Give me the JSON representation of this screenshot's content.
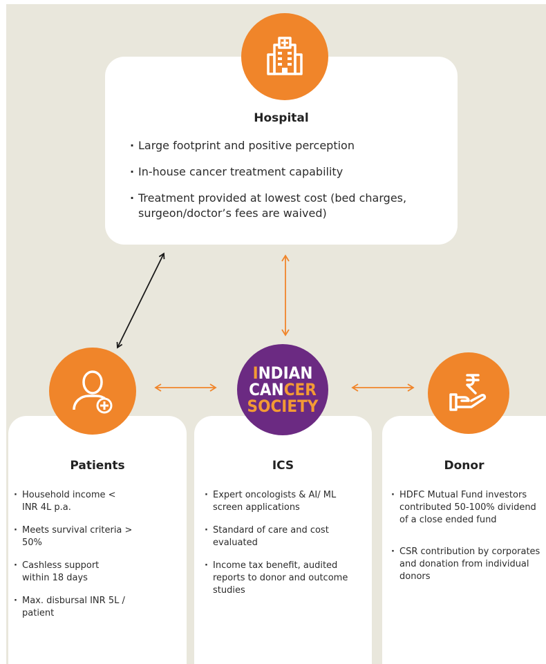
{
  "colors": {
    "accent_orange": "#f0852a",
    "ics_purple": "#6b2a82",
    "ics_orange_text": "#f39a34",
    "background": "#e9e7dc",
    "card": "#ffffff"
  },
  "hospital": {
    "icon": "hospital-building-icon",
    "title": "Hospital",
    "bullets": [
      "Large footprint and positive perception",
      "In-house cancer treatment capability",
      "Treatment provided at lowest cost (bed charges, surgeon/doctor’s fees are waived)"
    ]
  },
  "ics_logo": {
    "line1": [
      "I",
      "NDIAN"
    ],
    "line2": [
      "CAN",
      "CER"
    ],
    "line3": "SOCIETY"
  },
  "patients": {
    "icon": "patient-user-icon",
    "title": "Patients",
    "bullets": [
      "Household income < INR 4L p.a.",
      "Meets survival criteria > 50%",
      "Cashless support within 18 days",
      "Max. disbursal INR 5L / patient"
    ]
  },
  "ics": {
    "title": "ICS",
    "bullets": [
      "Expert oncologists & AI/ ML screen applications",
      "Standard of care and cost evaluated",
      "Income tax benefit, audited reports to donor and outcome studies"
    ]
  },
  "donor": {
    "icon": "rupee-hand-icon",
    "title": "Donor",
    "bullets": [
      "HDFC Mutual Fund investors contributed 50-100% dividend of a close ended fund",
      "CSR contribution by corporates and donation from individual donors"
    ]
  }
}
